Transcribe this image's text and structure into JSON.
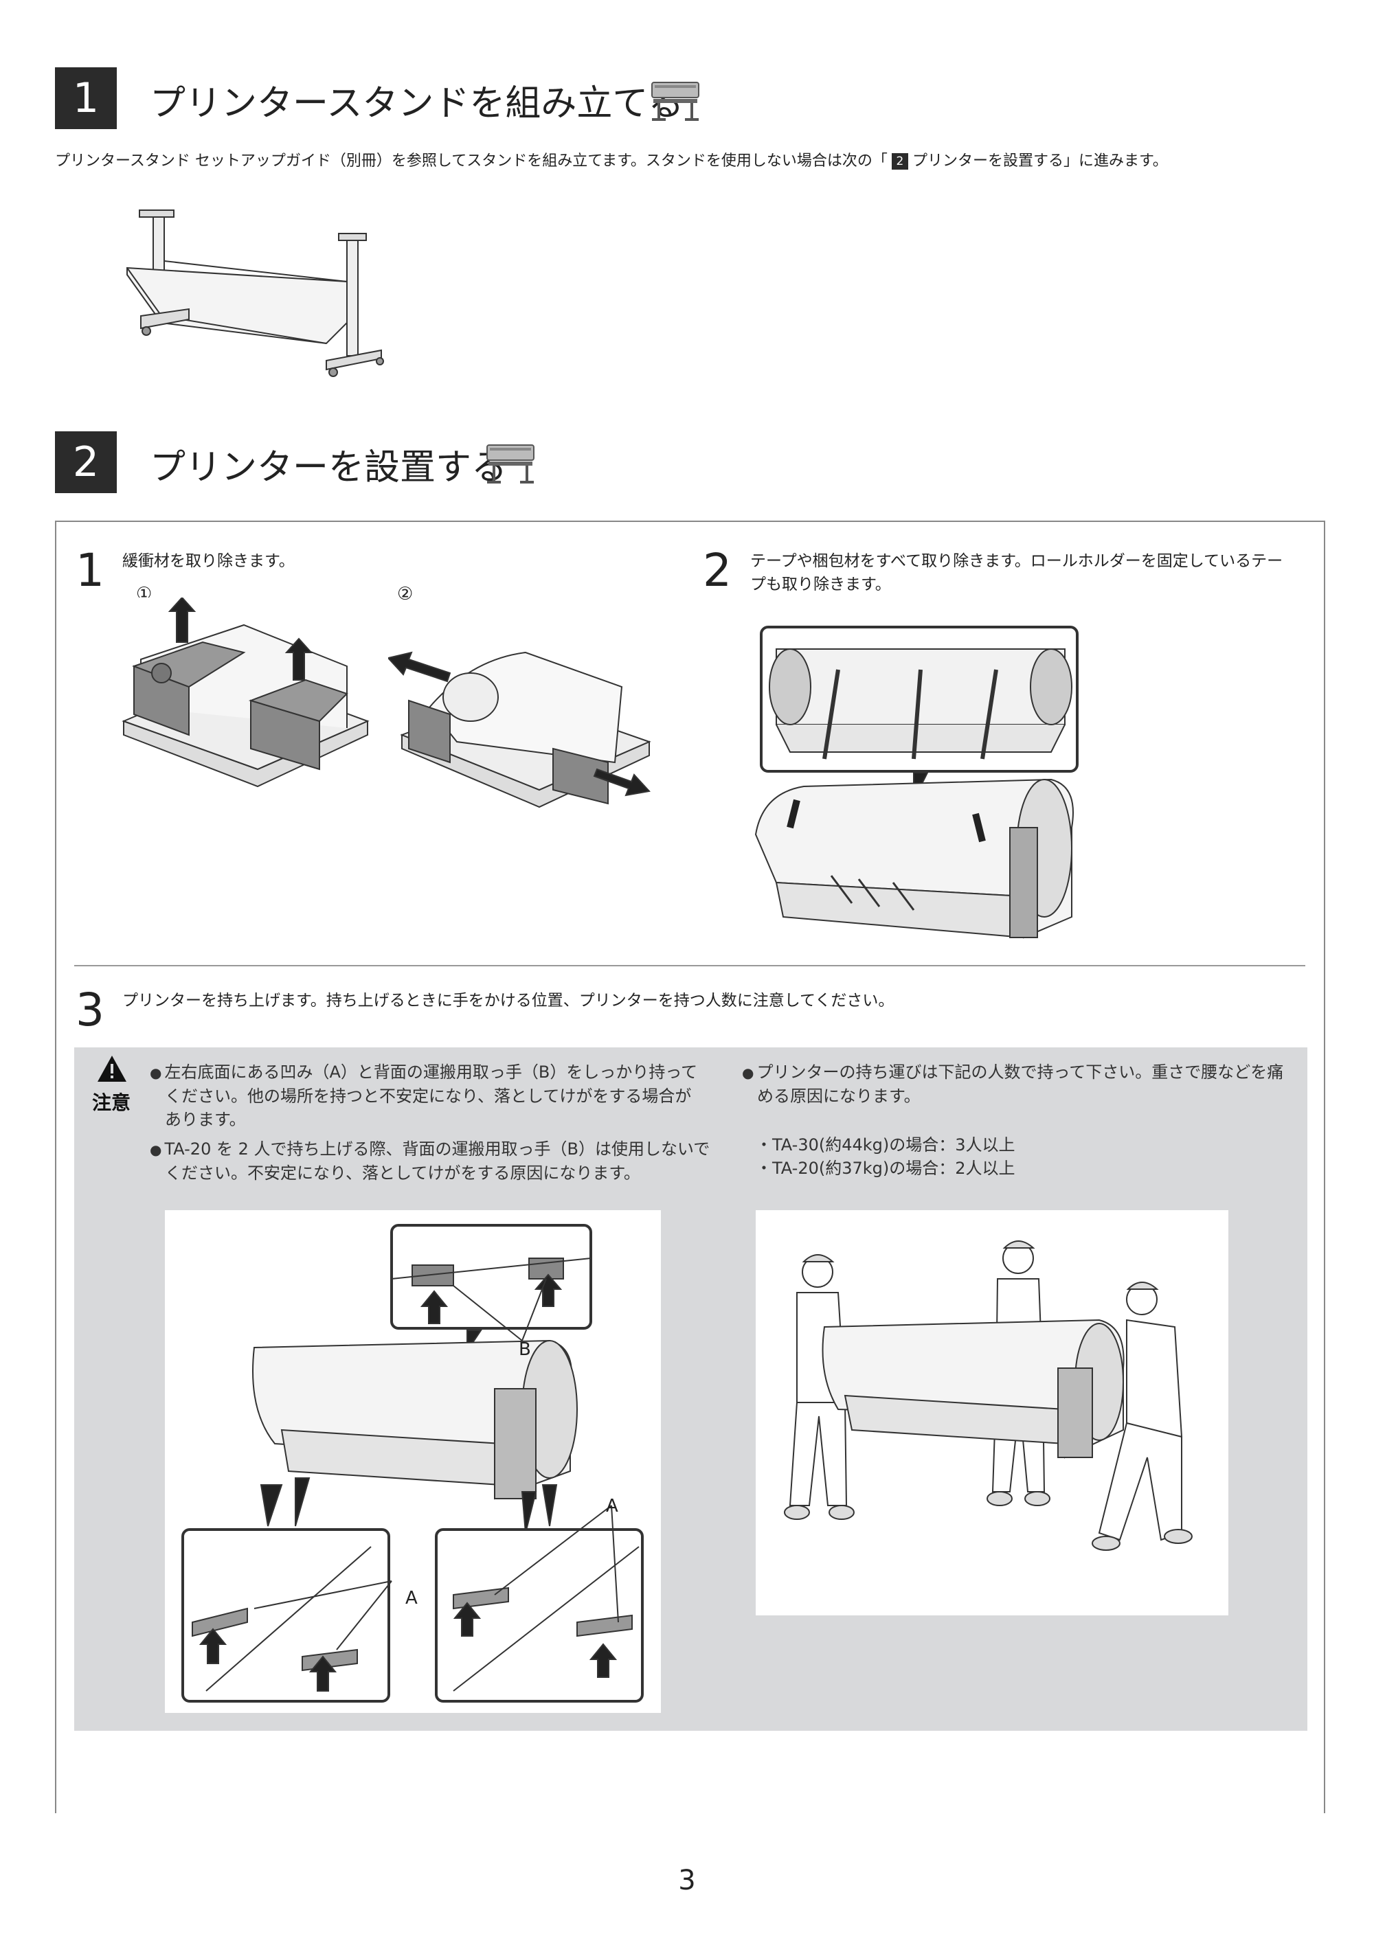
{
  "section1": {
    "number": "1",
    "title": "プリンタースタンドを組み立てる",
    "intro_before": "プリンタースタンド セットアップガイド（別冊）を参照してスタンドを組み立てます。スタンドを使用しない場合は次の「",
    "intro_badge": "2",
    "intro_after": "プリンターを設置する」に進みます。"
  },
  "section2": {
    "number": "2",
    "title": "プリンターを設置する"
  },
  "steps": [
    {
      "number": "1",
      "text": "緩衝材を取り除きます。",
      "sub": [
        "①",
        "②"
      ]
    },
    {
      "number": "2",
      "text_line1": "テープや梱包材をすべて取り除きます。ロールホルダーを固定しているテー",
      "text_line2": "プも取り除きます。"
    },
    {
      "number": "3",
      "text": "プリンターを持ち上げます。持ち上げるときに手をかける位置、プリンターを持つ人数に注意してください。"
    }
  ],
  "caution": {
    "label": "注意",
    "left_bullets": [
      {
        "line1": "左右底面にある凹み（A）と背面の運搬用取っ手（B）をしっかり持って",
        "line2": "ください。他の場所を持つと不安定になり、落としてけがをする場合が",
        "line3": "あります。"
      },
      {
        "line1": "TA-20 を 2 人で持ち上げる際、背面の運搬用取っ手（B）は使用しないで",
        "line2": "ください。不安定になり、落としてけがをする原因になります。"
      }
    ],
    "right_bullet": {
      "line1": "プリンターの持ち運びは下記の人数で持って下さい。重さで腰などを痛",
      "line2": "める原因になります。"
    },
    "right_list": [
      "・TA-30(約44kg)の場合：3人以上",
      "・TA-20(約37kg)の場合：2人以上"
    ],
    "label_A": "A",
    "label_B": "B"
  },
  "page_number": "3"
}
